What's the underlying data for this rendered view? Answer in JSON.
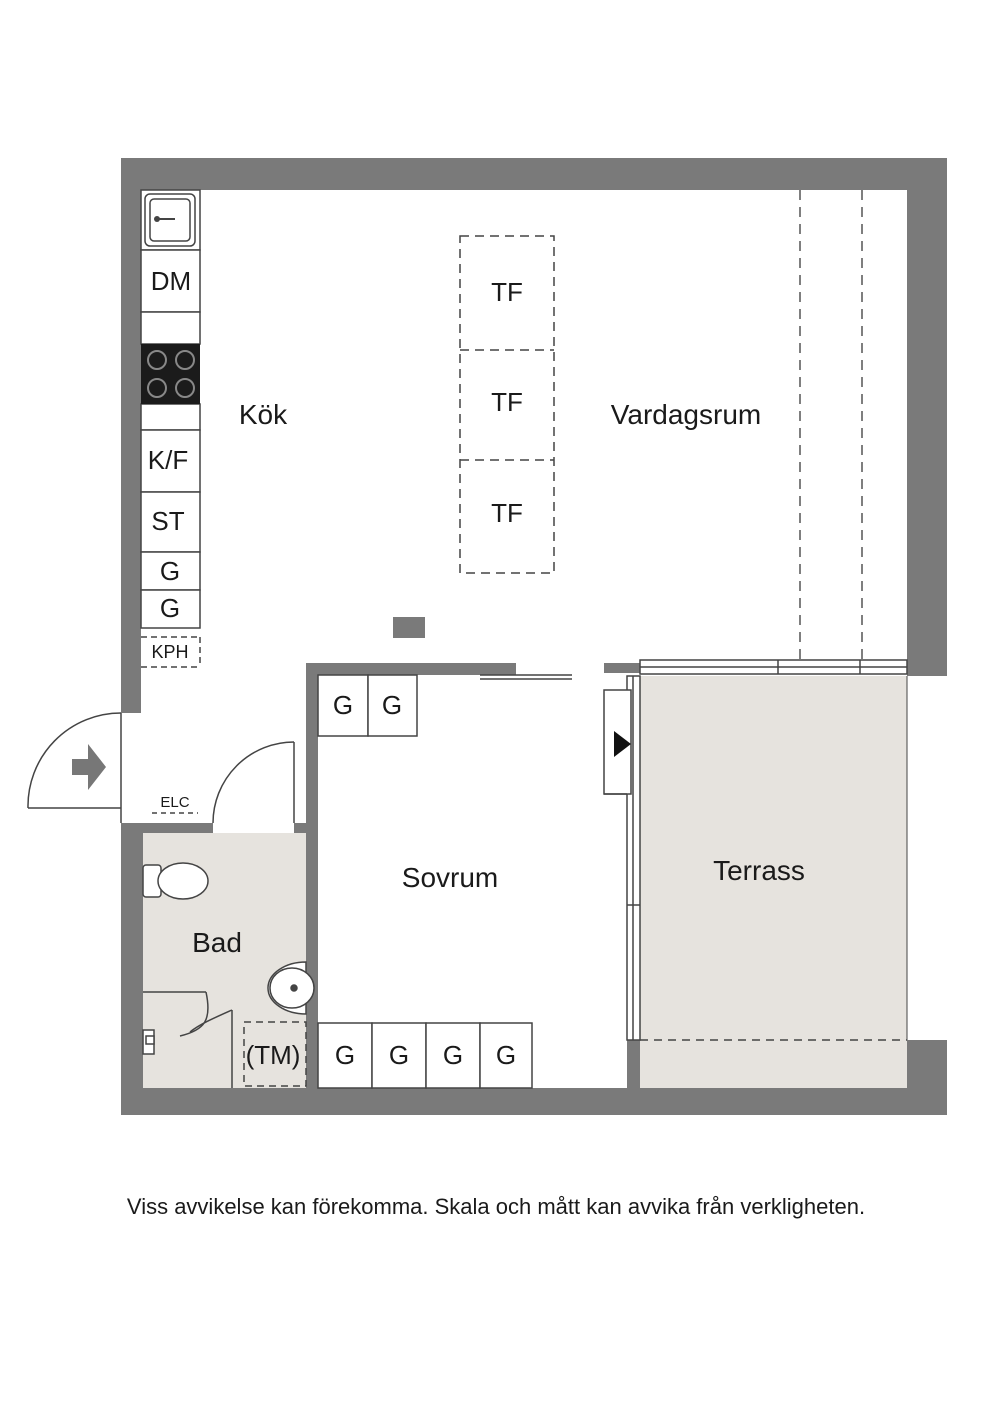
{
  "rooms": {
    "kitchen": "Kök",
    "living": "Vardagsrum",
    "bedroom": "Sovrum",
    "terrace": "Terrass",
    "bath": "Bad"
  },
  "fixtures": {
    "dishwasher": "DM",
    "fridge_freezer": "K/F",
    "storage": "ST",
    "wardrobe": "G",
    "kph": "KPH",
    "elc": "ELC",
    "washing_machine": "(TM)",
    "table_module": "TF"
  },
  "disclaimer": "Viss avvikelse kan förekomma. Skala och mått kan avvika från verkligheten.",
  "colors": {
    "wall": "#7a7a7a",
    "floor_bath_terrace": "#e6e3de",
    "line": "#333333"
  }
}
